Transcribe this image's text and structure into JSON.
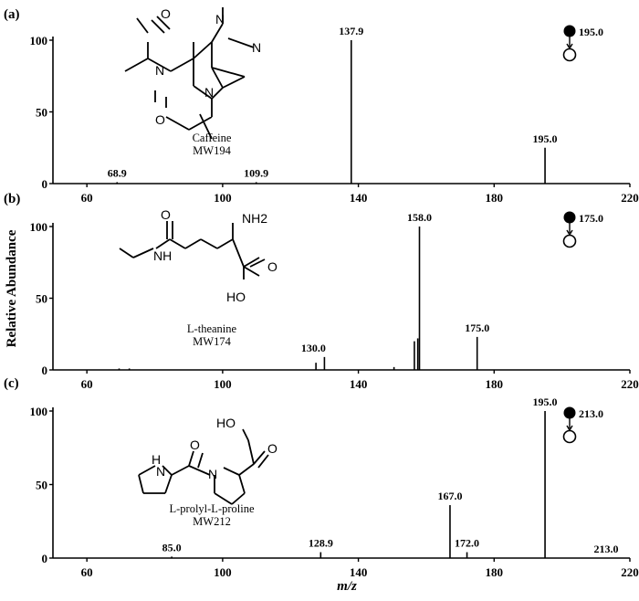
{
  "figure": {
    "ylabel": "Relative Abundance",
    "xlabel": "m/z"
  },
  "chart_data": [
    {
      "type": "bar",
      "panel": "(a)",
      "xlim": [
        50,
        220
      ],
      "ylim": [
        0,
        100
      ],
      "xticks": [
        60,
        100,
        140,
        180,
        220
      ],
      "yticks": [
        0,
        50,
        100
      ],
      "compound": "Caffeine",
      "mw": "MW194",
      "precursor": "195.0",
      "peaks": [
        {
          "mz": 68.9,
          "intensity": 1,
          "label": "68.9",
          "labeled": true
        },
        {
          "mz": 109.9,
          "intensity": 1,
          "label": "109.9",
          "labeled": true
        },
        {
          "mz": 137.9,
          "intensity": 100,
          "label": "137.9",
          "labeled": true
        },
        {
          "mz": 195.0,
          "intensity": 25,
          "label": "195.0",
          "labeled": true
        }
      ]
    },
    {
      "type": "bar",
      "panel": "(b)",
      "xlim": [
        50,
        220
      ],
      "ylim": [
        0,
        100
      ],
      "xticks": [
        60,
        100,
        140,
        180,
        220
      ],
      "yticks": [
        0,
        50,
        100
      ],
      "compound": "L-theanine",
      "mw": "MW174",
      "precursor": "175.0",
      "peaks": [
        {
          "mz": 69.5,
          "intensity": 1,
          "label": "",
          "labeled": false
        },
        {
          "mz": 72.5,
          "intensity": 1,
          "label": "",
          "labeled": false
        },
        {
          "mz": 127.5,
          "intensity": 5,
          "label": "",
          "labeled": false
        },
        {
          "mz": 130.0,
          "intensity": 9,
          "label": "130.0",
          "labeled": true
        },
        {
          "mz": 150.5,
          "intensity": 2,
          "label": "",
          "labeled": false
        },
        {
          "mz": 156.5,
          "intensity": 20,
          "label": "",
          "labeled": false
        },
        {
          "mz": 157.5,
          "intensity": 22,
          "label": "",
          "labeled": false
        },
        {
          "mz": 158.0,
          "intensity": 100,
          "label": "158.0",
          "labeled": true
        },
        {
          "mz": 175.0,
          "intensity": 23,
          "label": "175.0",
          "labeled": true
        }
      ]
    },
    {
      "type": "bar",
      "panel": "(c)",
      "xlim": [
        50,
        220
      ],
      "ylim": [
        0,
        100
      ],
      "xticks": [
        60,
        100,
        140,
        180,
        220
      ],
      "yticks": [
        0,
        50,
        100
      ],
      "compound": "L-prolyl-L-proline",
      "mw": "MW212",
      "precursor": "213.0",
      "peaks": [
        {
          "mz": 85.0,
          "intensity": 1,
          "label": "85.0",
          "labeled": true
        },
        {
          "mz": 128.9,
          "intensity": 4,
          "label": "128.9",
          "labeled": true
        },
        {
          "mz": 167.0,
          "intensity": 36,
          "label": "167.0",
          "labeled": true
        },
        {
          "mz": 172.0,
          "intensity": 4,
          "label": "172.0",
          "labeled": true
        },
        {
          "mz": 195.0,
          "intensity": 100,
          "label": "195.0",
          "labeled": true
        },
        {
          "mz": 213.0,
          "intensity": 0,
          "label": "213.0",
          "labeled": true
        }
      ]
    }
  ],
  "structures": {
    "a": {
      "atoms": [
        "O",
        "N",
        "N",
        "N",
        "N",
        "O"
      ]
    },
    "b": {
      "atoms": [
        "O",
        "NH",
        "NH2",
        "HO",
        "O"
      ]
    },
    "c": {
      "atoms": [
        "HO",
        "O",
        "H",
        "N",
        "O",
        "N"
      ]
    }
  }
}
